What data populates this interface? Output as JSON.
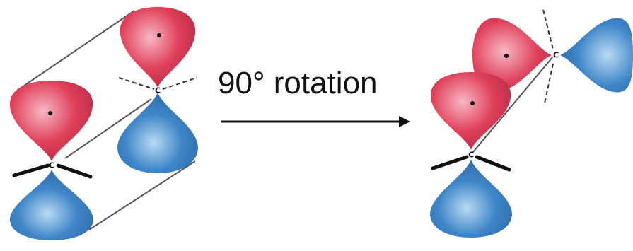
{
  "caption": "90° rotation",
  "left_group": {
    "atoms": [
      {
        "label": "C"
      },
      {
        "label": "C"
      }
    ]
  },
  "right_group": {
    "atoms": [
      {
        "label": "C"
      },
      {
        "label": "C"
      }
    ]
  },
  "colors": {
    "lobe_pink": "#e0405a",
    "lobe_pink_light": "#f7b7c4",
    "lobe_blue": "#3f86c8",
    "lobe_blue_light": "#b9dbf3",
    "line": "#555555",
    "arrow": "#111111"
  },
  "icons": {
    "arrow": "right-arrow-icon"
  }
}
